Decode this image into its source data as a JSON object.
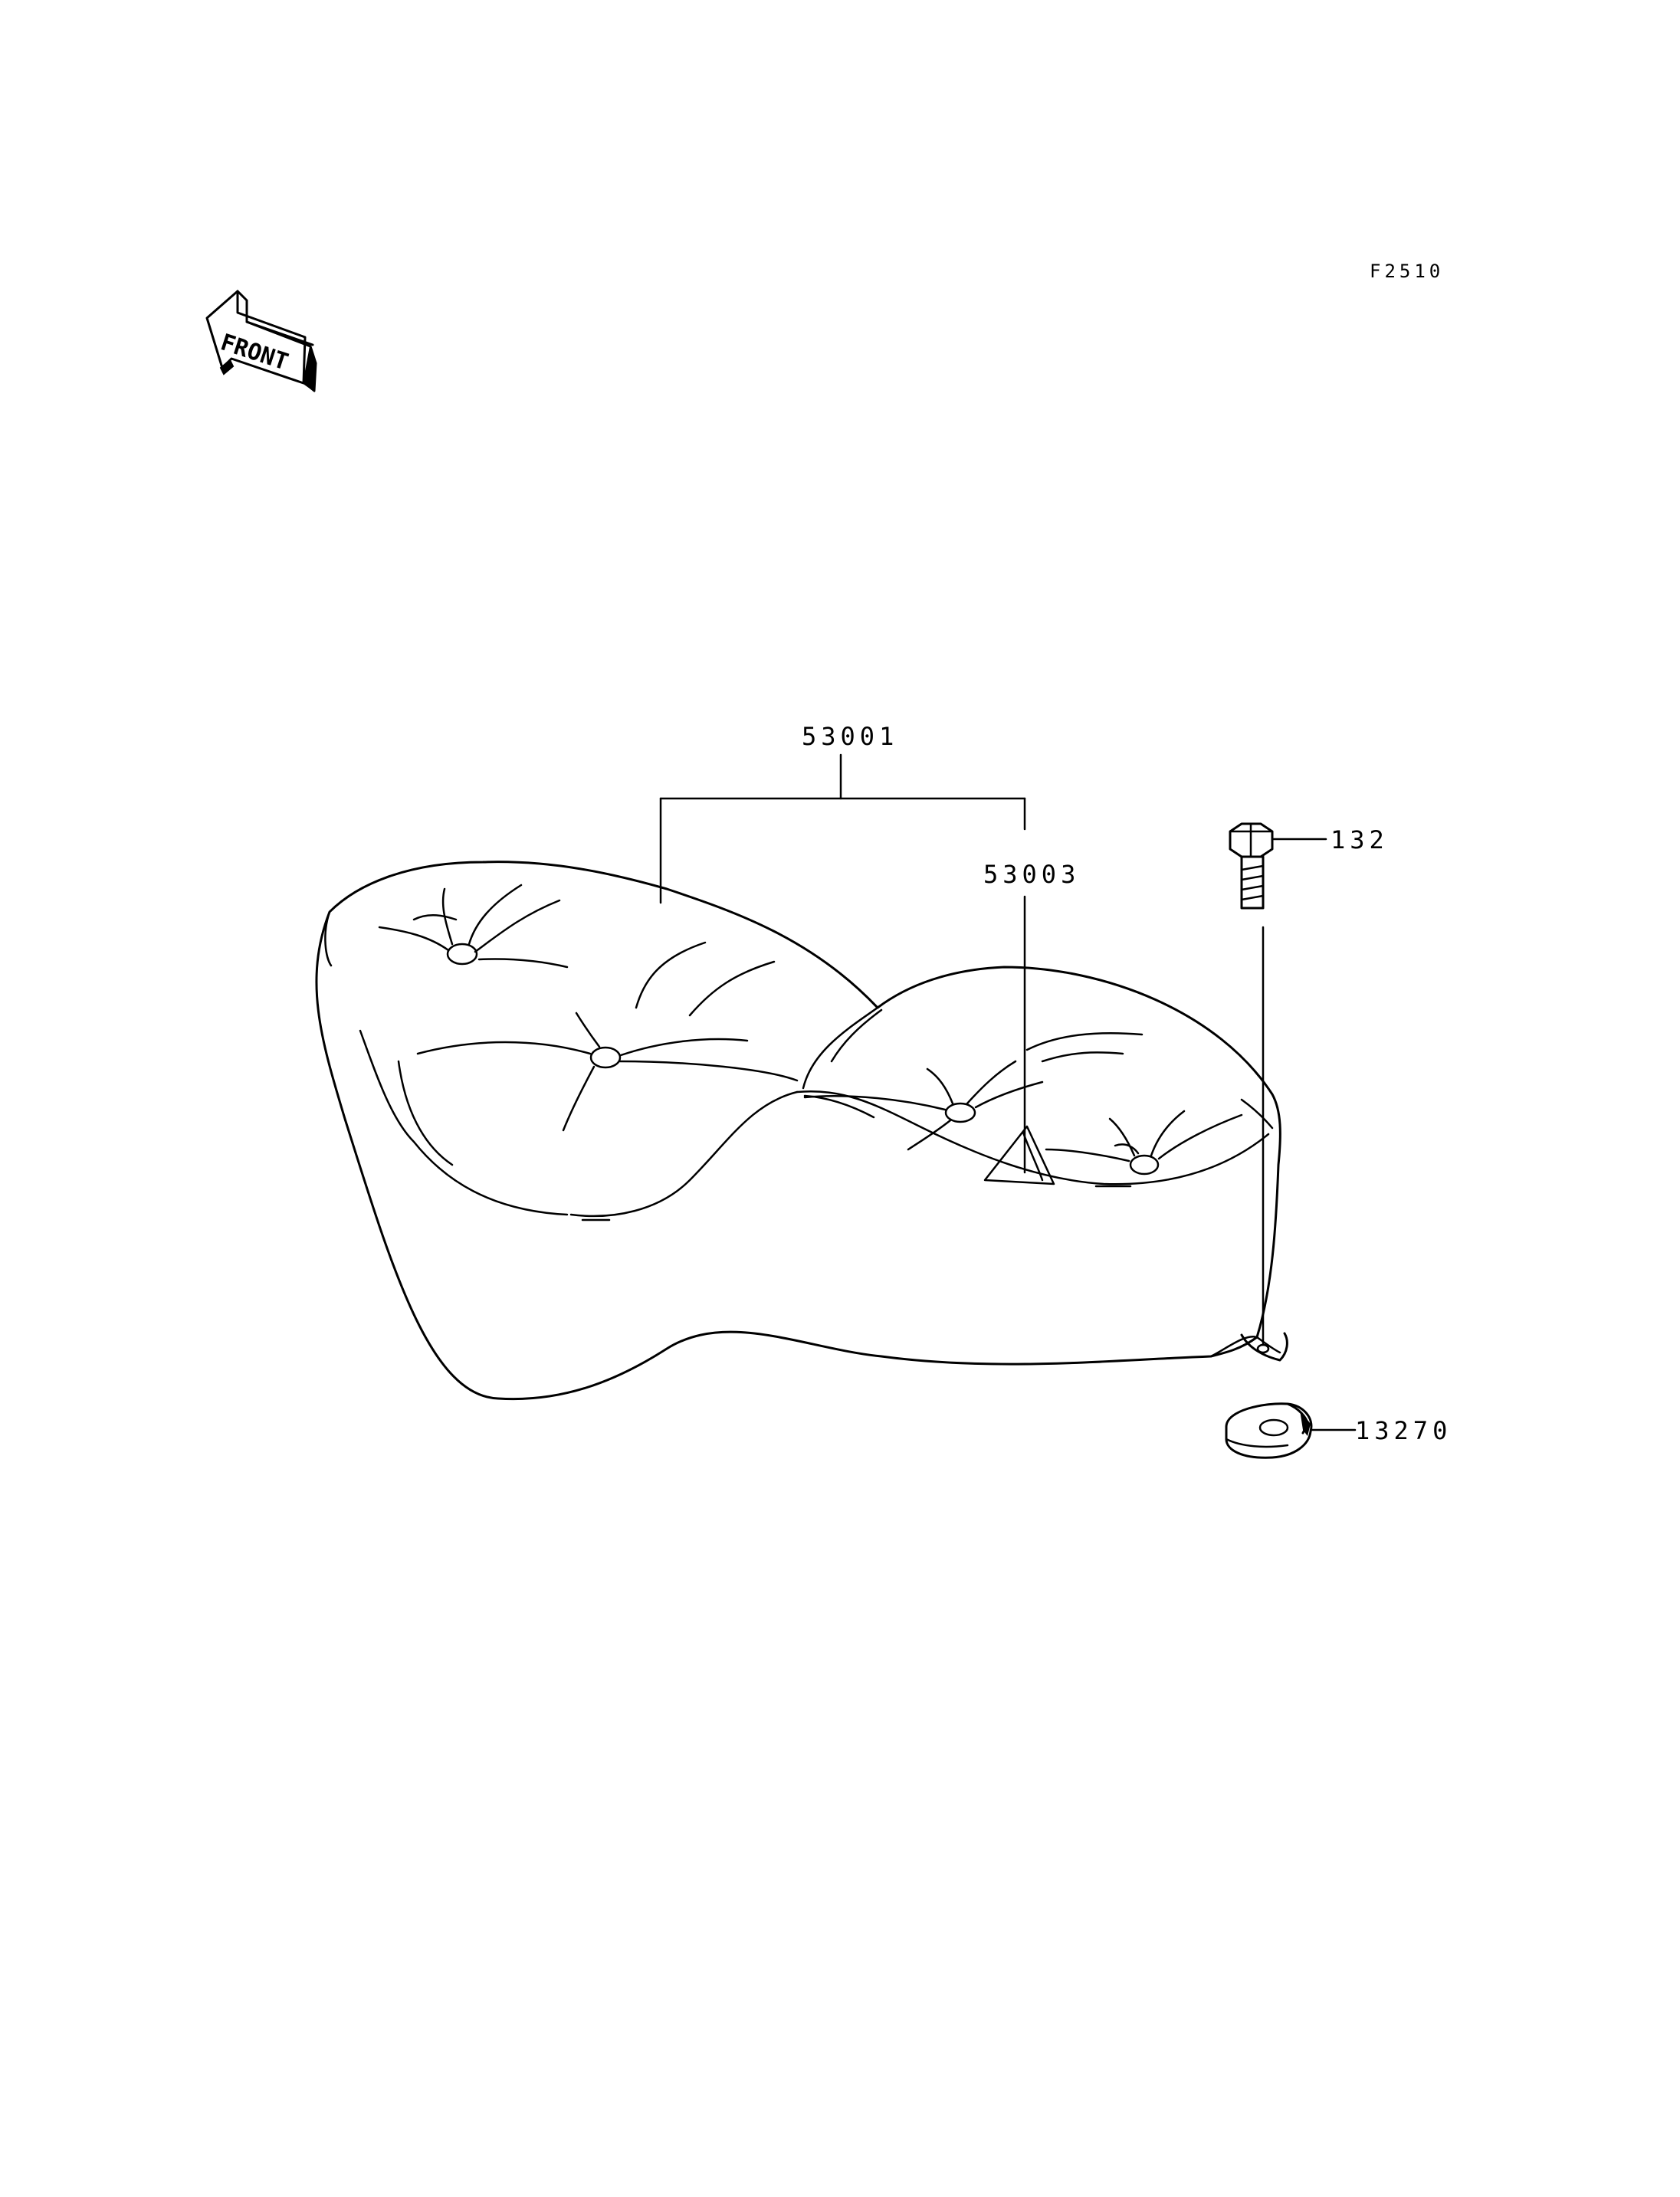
{
  "figure": {
    "code": "F2510",
    "front_arrow_text": "FRONT"
  },
  "callouts": {
    "seat_assembly": "53001",
    "seat_cover": "53003",
    "bolt": "132",
    "collar": "13270"
  },
  "icons": {
    "front_arrow": "front-direction-arrow-icon"
  }
}
